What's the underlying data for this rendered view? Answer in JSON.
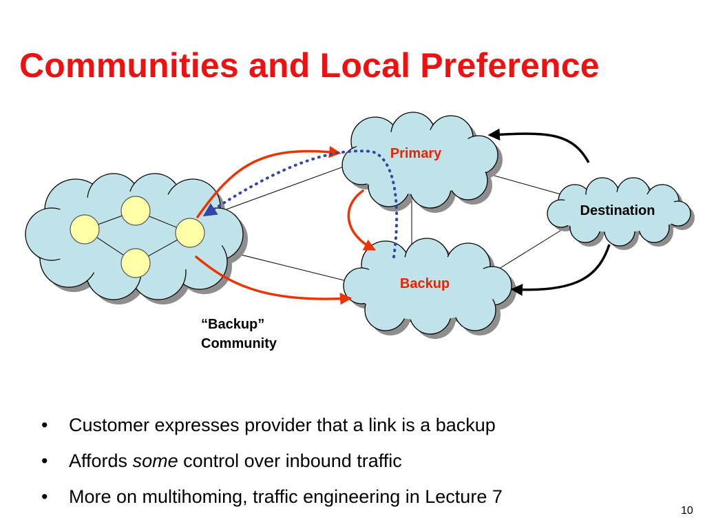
{
  "title": "Communities and Local Preference",
  "diagram": {
    "clouds": {
      "primary": {
        "label": "Primary",
        "label_color": "#ee2200"
      },
      "backup": {
        "label": "Backup",
        "label_color": "#ee2200"
      },
      "destination": {
        "label": "Destination",
        "label_color": "#000000"
      },
      "customer": {
        "label": ""
      }
    },
    "community_label": [
      "“Backup”",
      "Community"
    ],
    "colors": {
      "cloud_fill": "#bfe3e8",
      "node_fill": "#ffffa8",
      "red_arrow": "#ee3300",
      "dotted_arrow": "#3344aa",
      "black_arrow": "#000000"
    }
  },
  "bullets": [
    {
      "parts": [
        {
          "text": "Customer expresses provider that a link is a backup",
          "italic": false
        }
      ]
    },
    {
      "parts": [
        {
          "text": "Affords ",
          "italic": false
        },
        {
          "text": "some",
          "italic": true
        },
        {
          "text": " control over inbound traffic",
          "italic": false
        }
      ]
    },
    {
      "parts": [
        {
          "text": "More on multihoming, traffic engineering in Lecture 7",
          "italic": false
        }
      ]
    }
  ],
  "bullet_symbol": "•",
  "page_number": "10"
}
